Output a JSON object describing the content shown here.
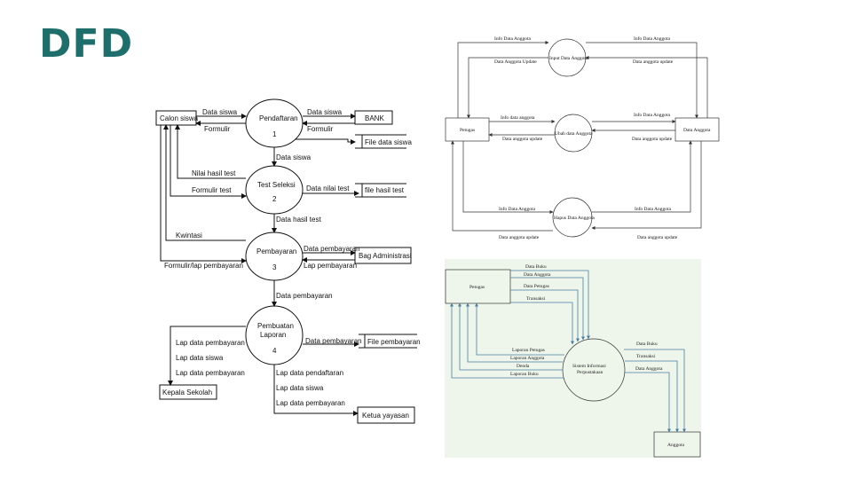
{
  "title": "DFD",
  "diagram_1": {
    "calon_siswa": "Calon siswa",
    "pendaftaran": "Pendaftaran",
    "pendaftaran_no": "1",
    "bank": "BANK",
    "file_data_siswa": "File data siswa",
    "test_seleksi": "Test Seleksi",
    "test_seleksi_no": "2",
    "file_hasil_test": "file hasil test",
    "pembayaran": "Pembayaran",
    "pembayaran_no": "3",
    "bag_administrasi": "Bag Administrasi",
    "pembuatan_1": "Pembuatan",
    "pembuatan_2": "Laporan",
    "pembuatan_no": "4",
    "file_pembayaran": "File pembayaran",
    "kepala_sekolah": "Kepala Sekolah",
    "ketua_yayasan": "Ketua yayasan",
    "f_data_siswa_1": "Data  siswa",
    "f_formulir_1": "Formulir",
    "f_data_siswa_2": "Data siswa",
    "f_formulir_2": "Formulir",
    "f_data_siswa_3": "Data siswa",
    "f_nilai_hasil_test": "Nilai hasil test",
    "f_formulir_test": "Formulir test",
    "f_data_nilai_test": "Data nilai test",
    "f_data_hasil_test": "Data hasil test",
    "f_kwintasi": "Kwintasi",
    "f_formulir_lap": "Formulir/lap pembayaran",
    "f_data_pembayaran_1": "Data pembayaran",
    "f_lap_pembayaran": "Lap pembayaran",
    "f_data_pembayaran_2": "Data pembayaran",
    "f_lap_data_pembayaran_1": "Lap data pembayaran",
    "f_lap_data_siswa_1": "Lap data siswa",
    "f_lap_data_pembayaran_2": "Lap data pembayaran",
    "f_data_pembayaran_3": "Data pembayaran",
    "f_lap_data_pendaftaran": "Lap data pendaftaran",
    "f_lap_data_siswa_2": "Lap data siswa",
    "f_lap_data_pembayaran_3": "Lap data pembayaran"
  },
  "diagram_2": {
    "petugas": "Petugas",
    "data_anggota": "Data Anggota",
    "input": "Input Data Anggota",
    "ubah": "Ubah data Anggota",
    "hapus": "Hapus Data Anggota",
    "info_1": "Info Data Anggota",
    "info_2": "Info Data Anggota",
    "update_1": "Data Anggota Update",
    "update_2": "Data anggota update",
    "info_3": "Info data anggota",
    "info_4": "Info Data Anggota",
    "update_3": "Data anggota update",
    "update_4": "Data anggota update",
    "info_5": "Info Data Anggota",
    "info_6": "Info Data Anggota",
    "update_5": "Data anggota update",
    "update_6": "Data anggota update"
  },
  "diagram_3": {
    "petugas": "Petugas",
    "anggota": "Anggota",
    "sistem_1": "Sistem Informasi",
    "sistem_2": "Perpustakaan",
    "f_data_buku_1": "Data Buku",
    "f_data_anggota_1": "Data Anggota",
    "f_data_petugas": "Data Petugas",
    "f_transaksi_1": "Transaksi",
    "f_laporan_petugas": "Laporan Petugas",
    "f_laporan_anggota": "Laporan Anggota",
    "f_denda": "Denda",
    "f_laporan_buku": "Laporan Buku",
    "f_data_buku_2": "Data Buku",
    "f_transaksi_2": "Transaksi",
    "f_data_anggota_2": "Data Anggota"
  },
  "colors": {
    "title": "#1e6f6b",
    "diagram_3_background": "#eef6ec"
  }
}
